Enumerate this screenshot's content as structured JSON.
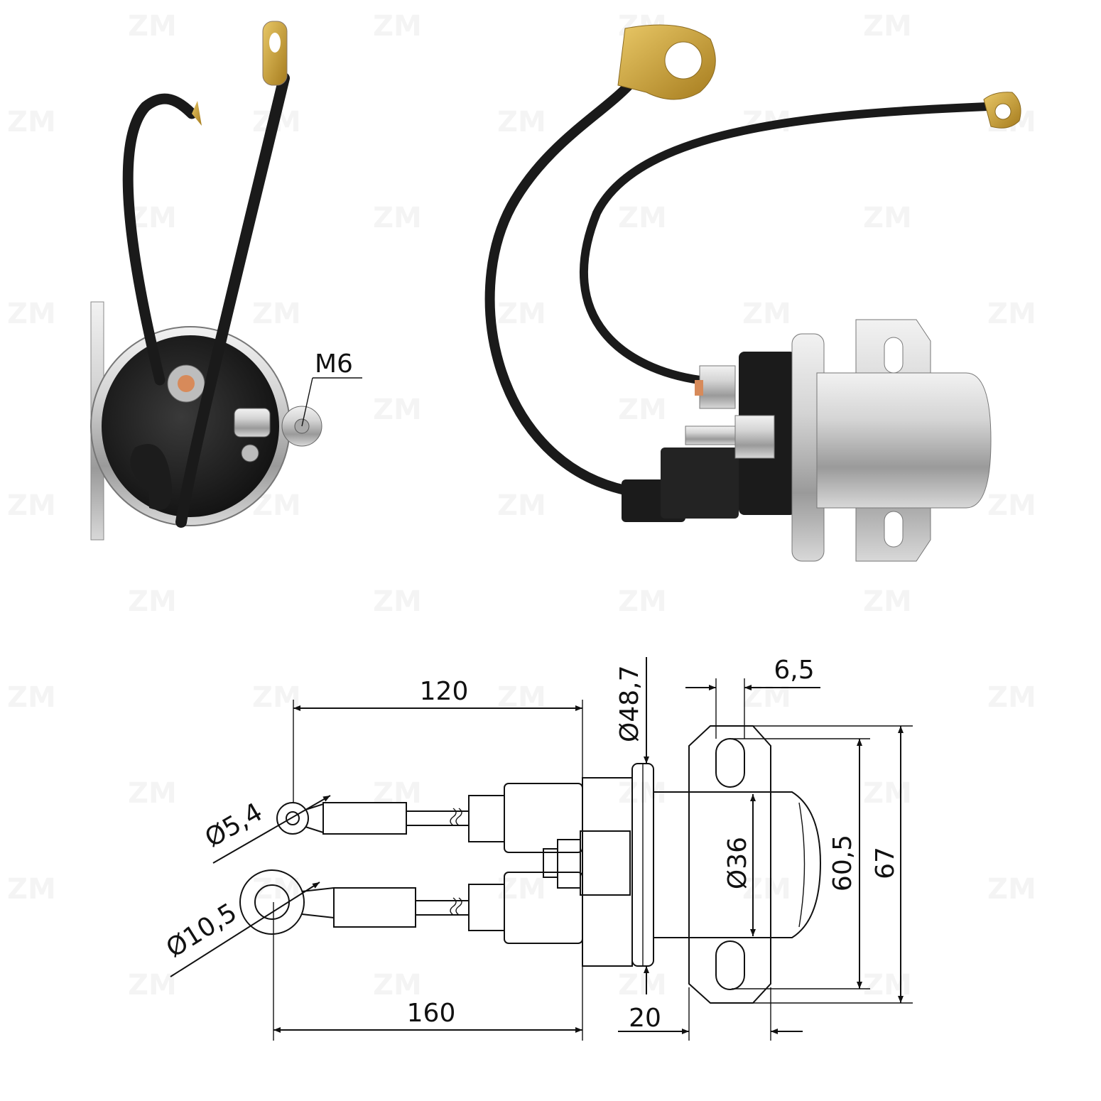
{
  "watermark": "ZM",
  "photos": {
    "end_view_label": "M6"
  },
  "drawing": {
    "dim_cable_short": "120",
    "dim_cable_long": "160",
    "dim_flange_diameter": "Ø48,7",
    "dim_slot_width": "6,5",
    "dim_small_lug": "Ø5,4",
    "dim_large_lug": "Ø10,5",
    "dim_body_diameter": "Ø36",
    "dim_hole_spacing": "60,5",
    "dim_plate_height": "67",
    "dim_body_offset": "20"
  },
  "colors": {
    "cable": "#1a1a1a",
    "brass": "#c9a23a",
    "silver": "#c8c8c8",
    "line": "#111111"
  }
}
